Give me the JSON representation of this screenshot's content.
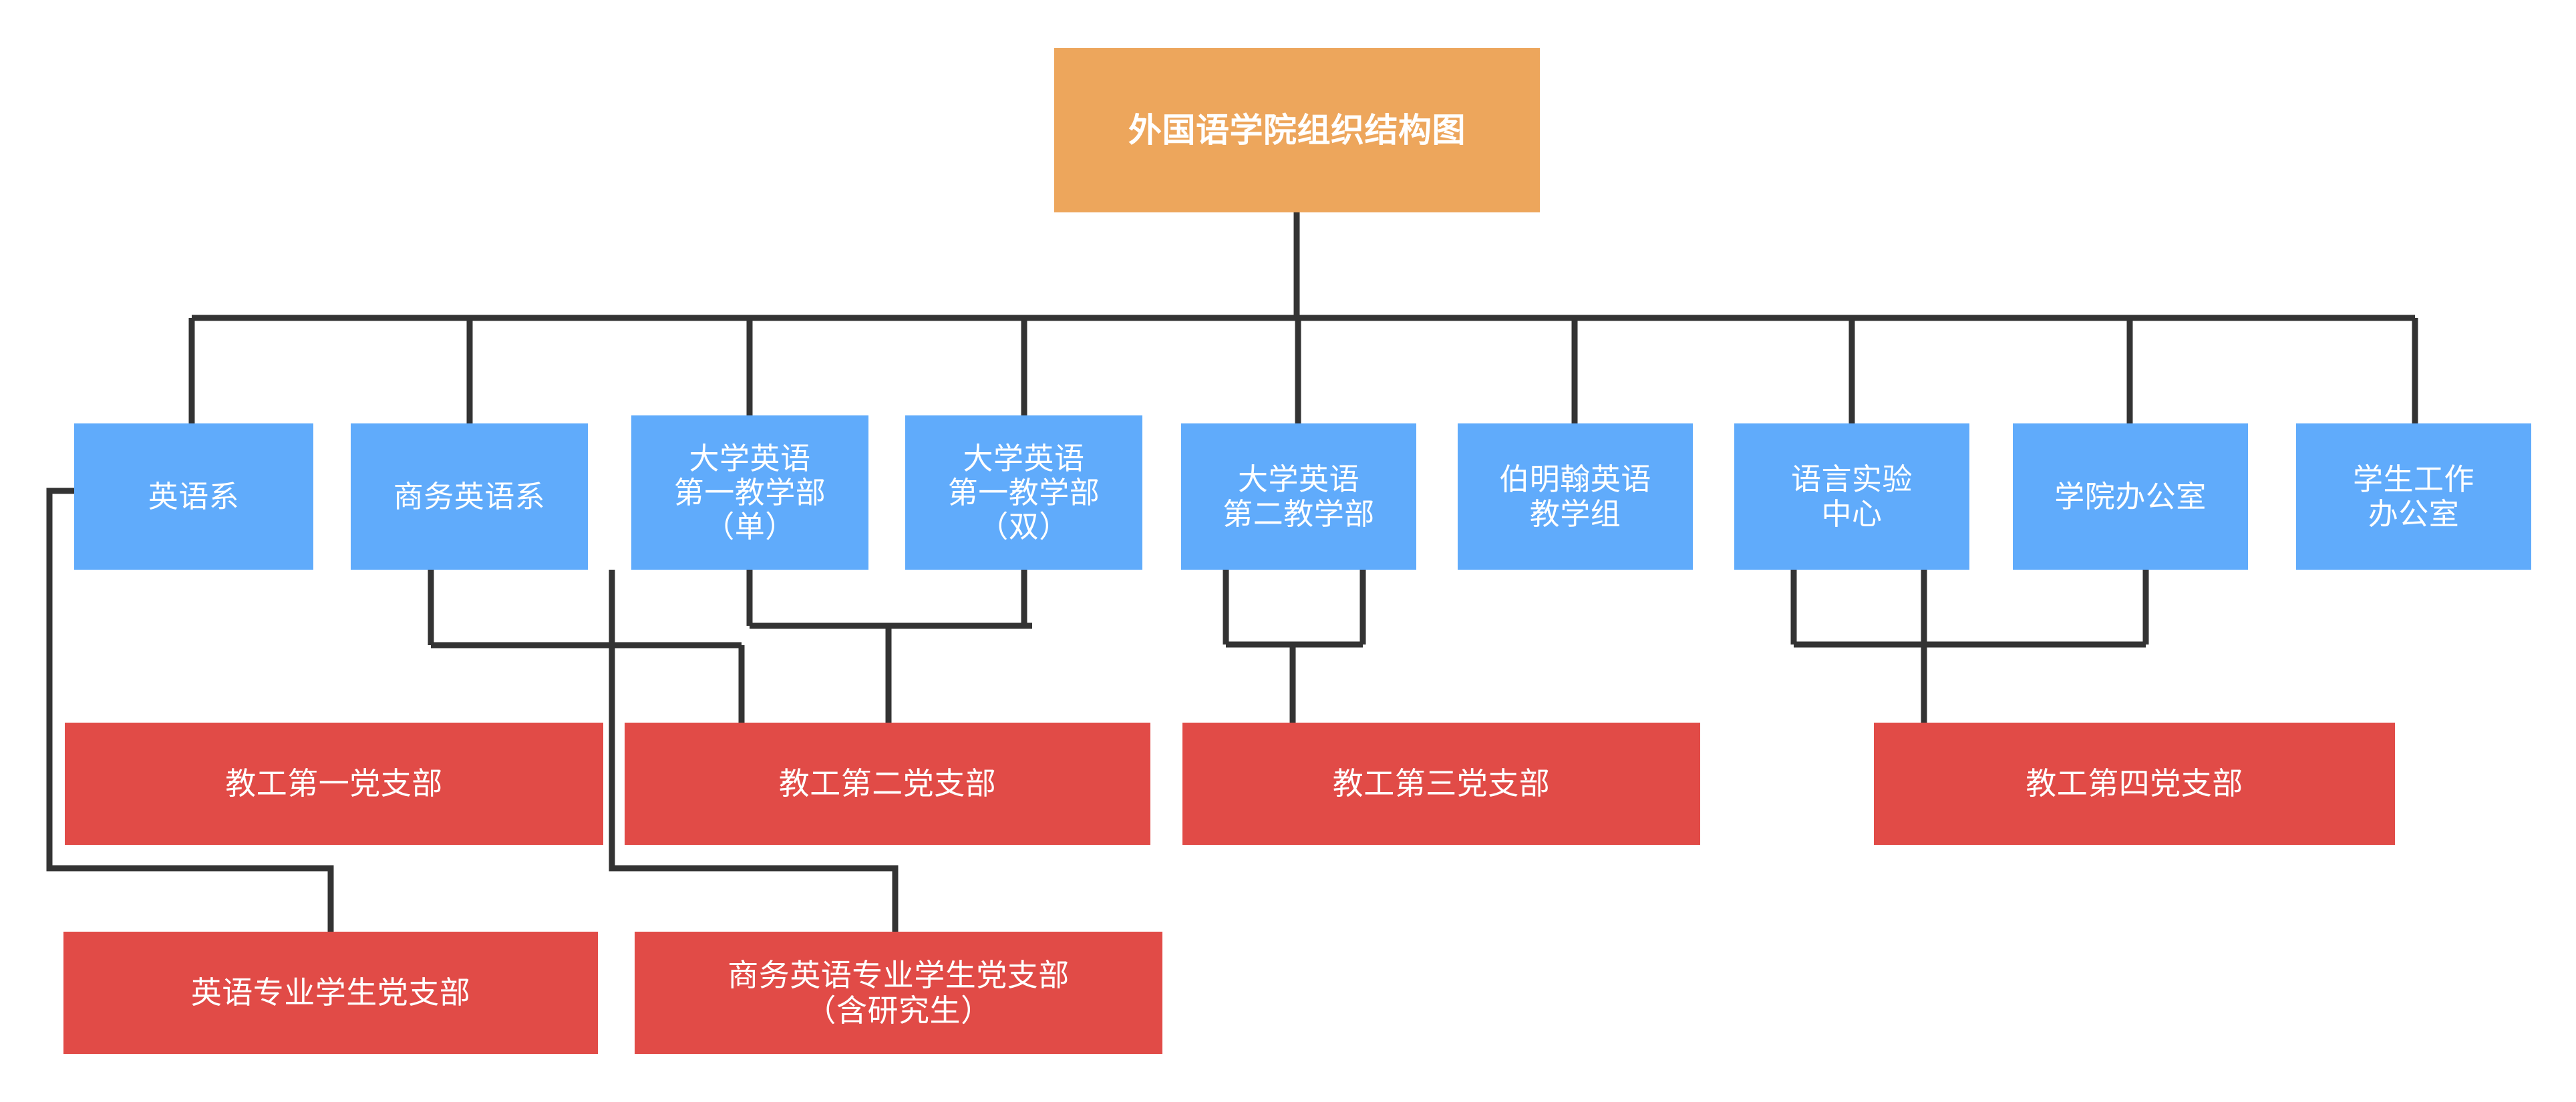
{
  "chart_data": {
    "type": "diagram",
    "diagram_kind": "organizational-chart",
    "title": "外国语学院组织结构图",
    "colors": {
      "root_fill": "#eda65c",
      "department_fill": "#60abfb",
      "party_branch_fill": "#e14b47",
      "connector_stroke": "#333333",
      "text": "#ffffff",
      "background": "#ffffff"
    },
    "levels": [
      {
        "level": 1,
        "name": "root",
        "nodes": [
          "外国语学院组织结构图"
        ]
      },
      {
        "level": 2,
        "name": "departments",
        "nodes": [
          "英语系",
          "商务英语系",
          "大学英语\n第一教学部\n（单）",
          "大学英语\n第一教学部\n（双）",
          "大学英语\n第二教学部",
          "伯明翰英语\n教学组",
          "语言实验\n中心",
          "学院办公室",
          "学生工作\n办公室"
        ]
      },
      {
        "level": 3,
        "name": "faculty_party_branches",
        "nodes": [
          "教工第一党支部",
          "教工第二党支部",
          "教工第三党支部",
          "教工第四党支部"
        ]
      },
      {
        "level": 4,
        "name": "student_party_branches",
        "nodes": [
          "英语专业学生党支部",
          "商务英语专业学生党支部\n（含研究生）"
        ]
      }
    ],
    "edges": [
      {
        "from": "外国语学院组织结构图",
        "to": "英语系"
      },
      {
        "from": "外国语学院组织结构图",
        "to": "商务英语系"
      },
      {
        "from": "外国语学院组织结构图",
        "to": "大学英语第一教学部（单）"
      },
      {
        "from": "外国语学院组织结构图",
        "to": "大学英语第一教学部（双）"
      },
      {
        "from": "外国语学院组织结构图",
        "to": "大学英语第二教学部"
      },
      {
        "from": "外国语学院组织结构图",
        "to": "伯明翰英语教学组"
      },
      {
        "from": "外国语学院组织结构图",
        "to": "语言实验中心"
      },
      {
        "from": "外国语学院组织结构图",
        "to": "学院办公室"
      },
      {
        "from": "外国语学院组织结构图",
        "to": "学生工作办公室"
      },
      {
        "from": "英语系",
        "to": "教工第一党支部"
      },
      {
        "from": "商务英语系",
        "to": "教工第一党支部"
      },
      {
        "from": "大学英语第一教学部（单）",
        "to": "教工第二党支部"
      },
      {
        "from": "大学英语第一教学部（双）",
        "to": "教工第二党支部"
      },
      {
        "from": "大学英语第二教学部",
        "to": "教工第三党支部"
      },
      {
        "from": "伯明翰英语教学组",
        "to": "教工第三党支部"
      },
      {
        "from": "语言实验中心",
        "to": "教工第四党支部"
      },
      {
        "from": "学院办公室",
        "to": "教工第四党支部"
      },
      {
        "from": "学生工作办公室",
        "to": "教工第四党支部"
      },
      {
        "from": "英语系",
        "to": "英语专业学生党支部"
      },
      {
        "from": "商务英语系",
        "to": "商务英语专业学生党支部（含研究生）"
      }
    ]
  },
  "root": {
    "label": "外国语学院组织结构图"
  },
  "departments": [
    {
      "id": "english-department",
      "label": "英语系"
    },
    {
      "id": "business-english-department",
      "label": "商务英语系"
    },
    {
      "id": "college-english-teaching-1-odd",
      "label": "大学英语\n第一教学部\n（单）"
    },
    {
      "id": "college-english-teaching-1-even",
      "label": "大学英语\n第一教学部\n（双）"
    },
    {
      "id": "college-english-teaching-2",
      "label": "大学英语\n第二教学部"
    },
    {
      "id": "birmingham-english-group",
      "label": "伯明翰英语\n教学组"
    },
    {
      "id": "language-lab-center",
      "label": "语言实验\n中心"
    },
    {
      "id": "college-office",
      "label": "学院办公室"
    },
    {
      "id": "student-affairs-office",
      "label": "学生工作\n办公室"
    }
  ],
  "faculty_branches": [
    {
      "id": "faculty-party-branch-1",
      "label": "教工第一党支部"
    },
    {
      "id": "faculty-party-branch-2",
      "label": "教工第二党支部"
    },
    {
      "id": "faculty-party-branch-3",
      "label": "教工第三党支部"
    },
    {
      "id": "faculty-party-branch-4",
      "label": "教工第四党支部"
    }
  ],
  "student_branches": [
    {
      "id": "english-major-student-branch",
      "label": "英语专业学生党支部"
    },
    {
      "id": "business-english-major-student-branch",
      "label": "商务英语专业学生党支部\n（含研究生）"
    }
  ]
}
